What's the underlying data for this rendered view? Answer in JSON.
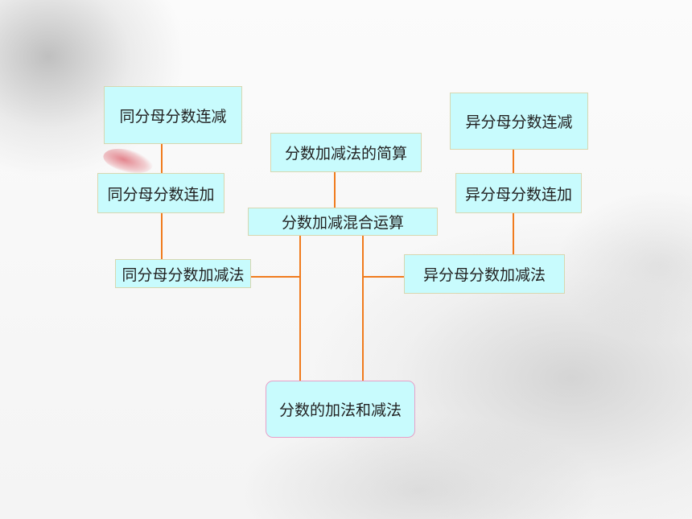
{
  "diagram": {
    "nodes": {
      "same_subtract_chain": "同分母分数连减",
      "same_add_chain": "同分母分数连加",
      "same_add_sub": "同分母分数加减法",
      "simplify": "分数加减法的简算",
      "mixed_ops": "分数加减混合运算",
      "diff_subtract_chain": "异分母分数连减",
      "diff_add_chain": "异分母分数连加",
      "diff_add_sub": "异分母分数加减法",
      "root": "分数的加法和减法"
    },
    "connector_color": "#f07b1d",
    "node_fill": "#c8fbfd"
  }
}
